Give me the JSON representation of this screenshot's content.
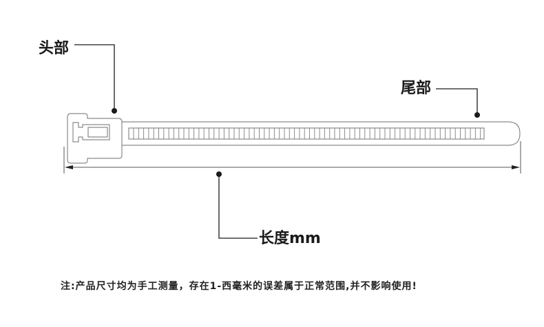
{
  "diagram": {
    "subject": "cable tie dimension diagram",
    "labels": {
      "head": "头部",
      "tail": "尾部",
      "length": "长度mm"
    },
    "note": "注:产品尺寸均为手工测量，存在1-西毫米的误差属于正常范围,并不影响使用!",
    "colors": {
      "line": "#1a1a1a",
      "outline": "#888888",
      "dot": "#1a1a1a",
      "background": "#ffffff"
    }
  }
}
